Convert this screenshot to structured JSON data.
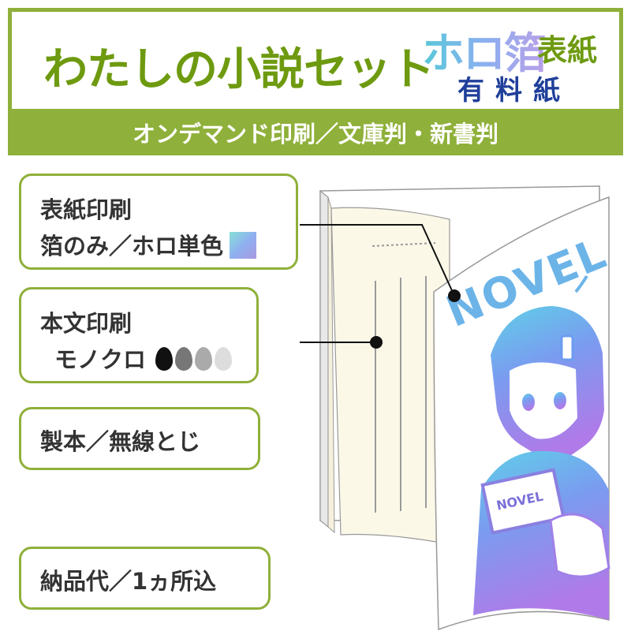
{
  "header": {
    "title": "わたしの小説セット",
    "holo_label": "ホロ箔",
    "cover_label": "表紙",
    "paid_label": "有料紙",
    "subtitle": "オンデマンド印刷／文庫判・新書判"
  },
  "specs": [
    {
      "lines": [
        "表紙印刷",
        "箔のみ／ホロ単色"
      ]
    },
    {
      "lines": [
        "本文印刷",
        "モノクロ"
      ]
    },
    {
      "lines": [
        "製本／無線とじ"
      ]
    },
    {
      "lines": [
        "納品代／1ヵ所込"
      ]
    }
  ],
  "ink_drops": [
    "#111111",
    "#777777",
    "#aaaaaa",
    "#dddddd"
  ],
  "book": {
    "cover_text": "NOVEL",
    "mini_book_text": "NOVEL"
  },
  "colors": {
    "accent_green": "#8fb03a",
    "title_green": "#6e9a10",
    "navy": "#1f3f9a"
  }
}
